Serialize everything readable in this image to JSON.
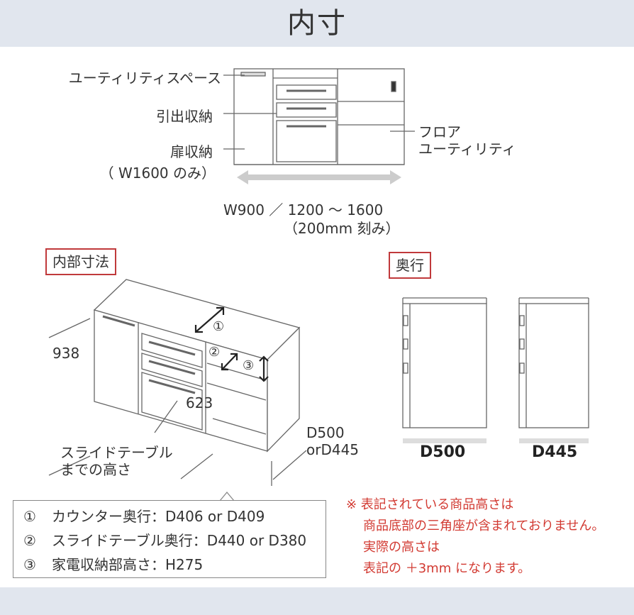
{
  "header": {
    "title": "内寸"
  },
  "overview": {
    "labels": {
      "utility_space": "ユーティリティスペース",
      "drawer_storage": "引出収納",
      "door_storage": "扉収納",
      "door_storage_note": "（ W1600 のみ）",
      "floor_utility_line1": "フロア",
      "floor_utility_line2": "ユーティリティ"
    },
    "width_label": "W900 ／ 1200 ～ 1600",
    "width_note": "（200mm 刻み）"
  },
  "interior": {
    "tag": "内部寸法",
    "dim_height": "938",
    "dim_slide_height": "623",
    "slide_table_line1": "スライドテーブル",
    "slide_table_line2": "までの高さ",
    "depth_line1": "D500",
    "depth_line2": "orD445",
    "markers": [
      "①",
      "②",
      "③"
    ]
  },
  "depth": {
    "tag": "奥行",
    "left_label": "D500",
    "right_label": "D445"
  },
  "legend": {
    "items": [
      {
        "num": "①",
        "text": "カウンター奥行：D406 or D409"
      },
      {
        "num": "②",
        "text": "スライドテーブル奥行：D440 or D380"
      },
      {
        "num": "③",
        "text": "家電収納部高さ：H275"
      }
    ]
  },
  "note": {
    "lines": [
      "※ 表記されている商品高さは",
      "商品底部の三角座が含まれておりません。",
      "実際の高さは",
      "表記の ＋3mm になります。"
    ]
  },
  "colors": {
    "band": "#e1e6ee",
    "accent_red": "#c0393b",
    "note_red": "#d23a32"
  }
}
